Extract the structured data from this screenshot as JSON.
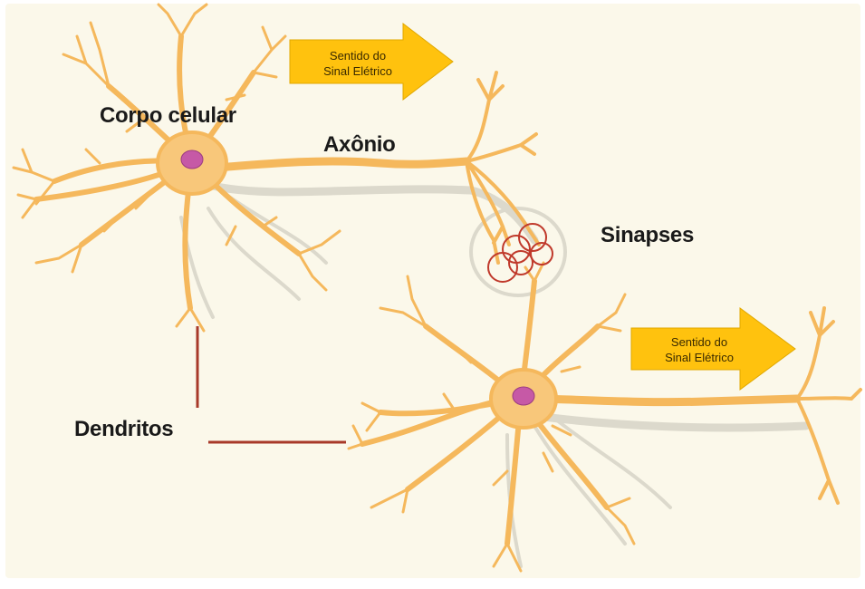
{
  "labels": {
    "cell_body": "Corpo celular",
    "axon": "Axônio",
    "synapses": "Sinapses",
    "dendrites": "Dendritos"
  },
  "arrows": [
    {
      "line1": "Sentido do",
      "line2": "Sinal Elétrico"
    },
    {
      "line1": "Sentido do",
      "line2": "Sinal Elétrico"
    }
  ],
  "colors": {
    "background": "#fbf8ea",
    "neuron": "#f5b85c",
    "neuron_light": "#f8cd86",
    "nucleus": "#c659a6",
    "shadow": "#dcd9cc",
    "arrow": "#ffc20e",
    "synapse_ring": "#c0392b",
    "leader_line": "#a83a2a"
  }
}
